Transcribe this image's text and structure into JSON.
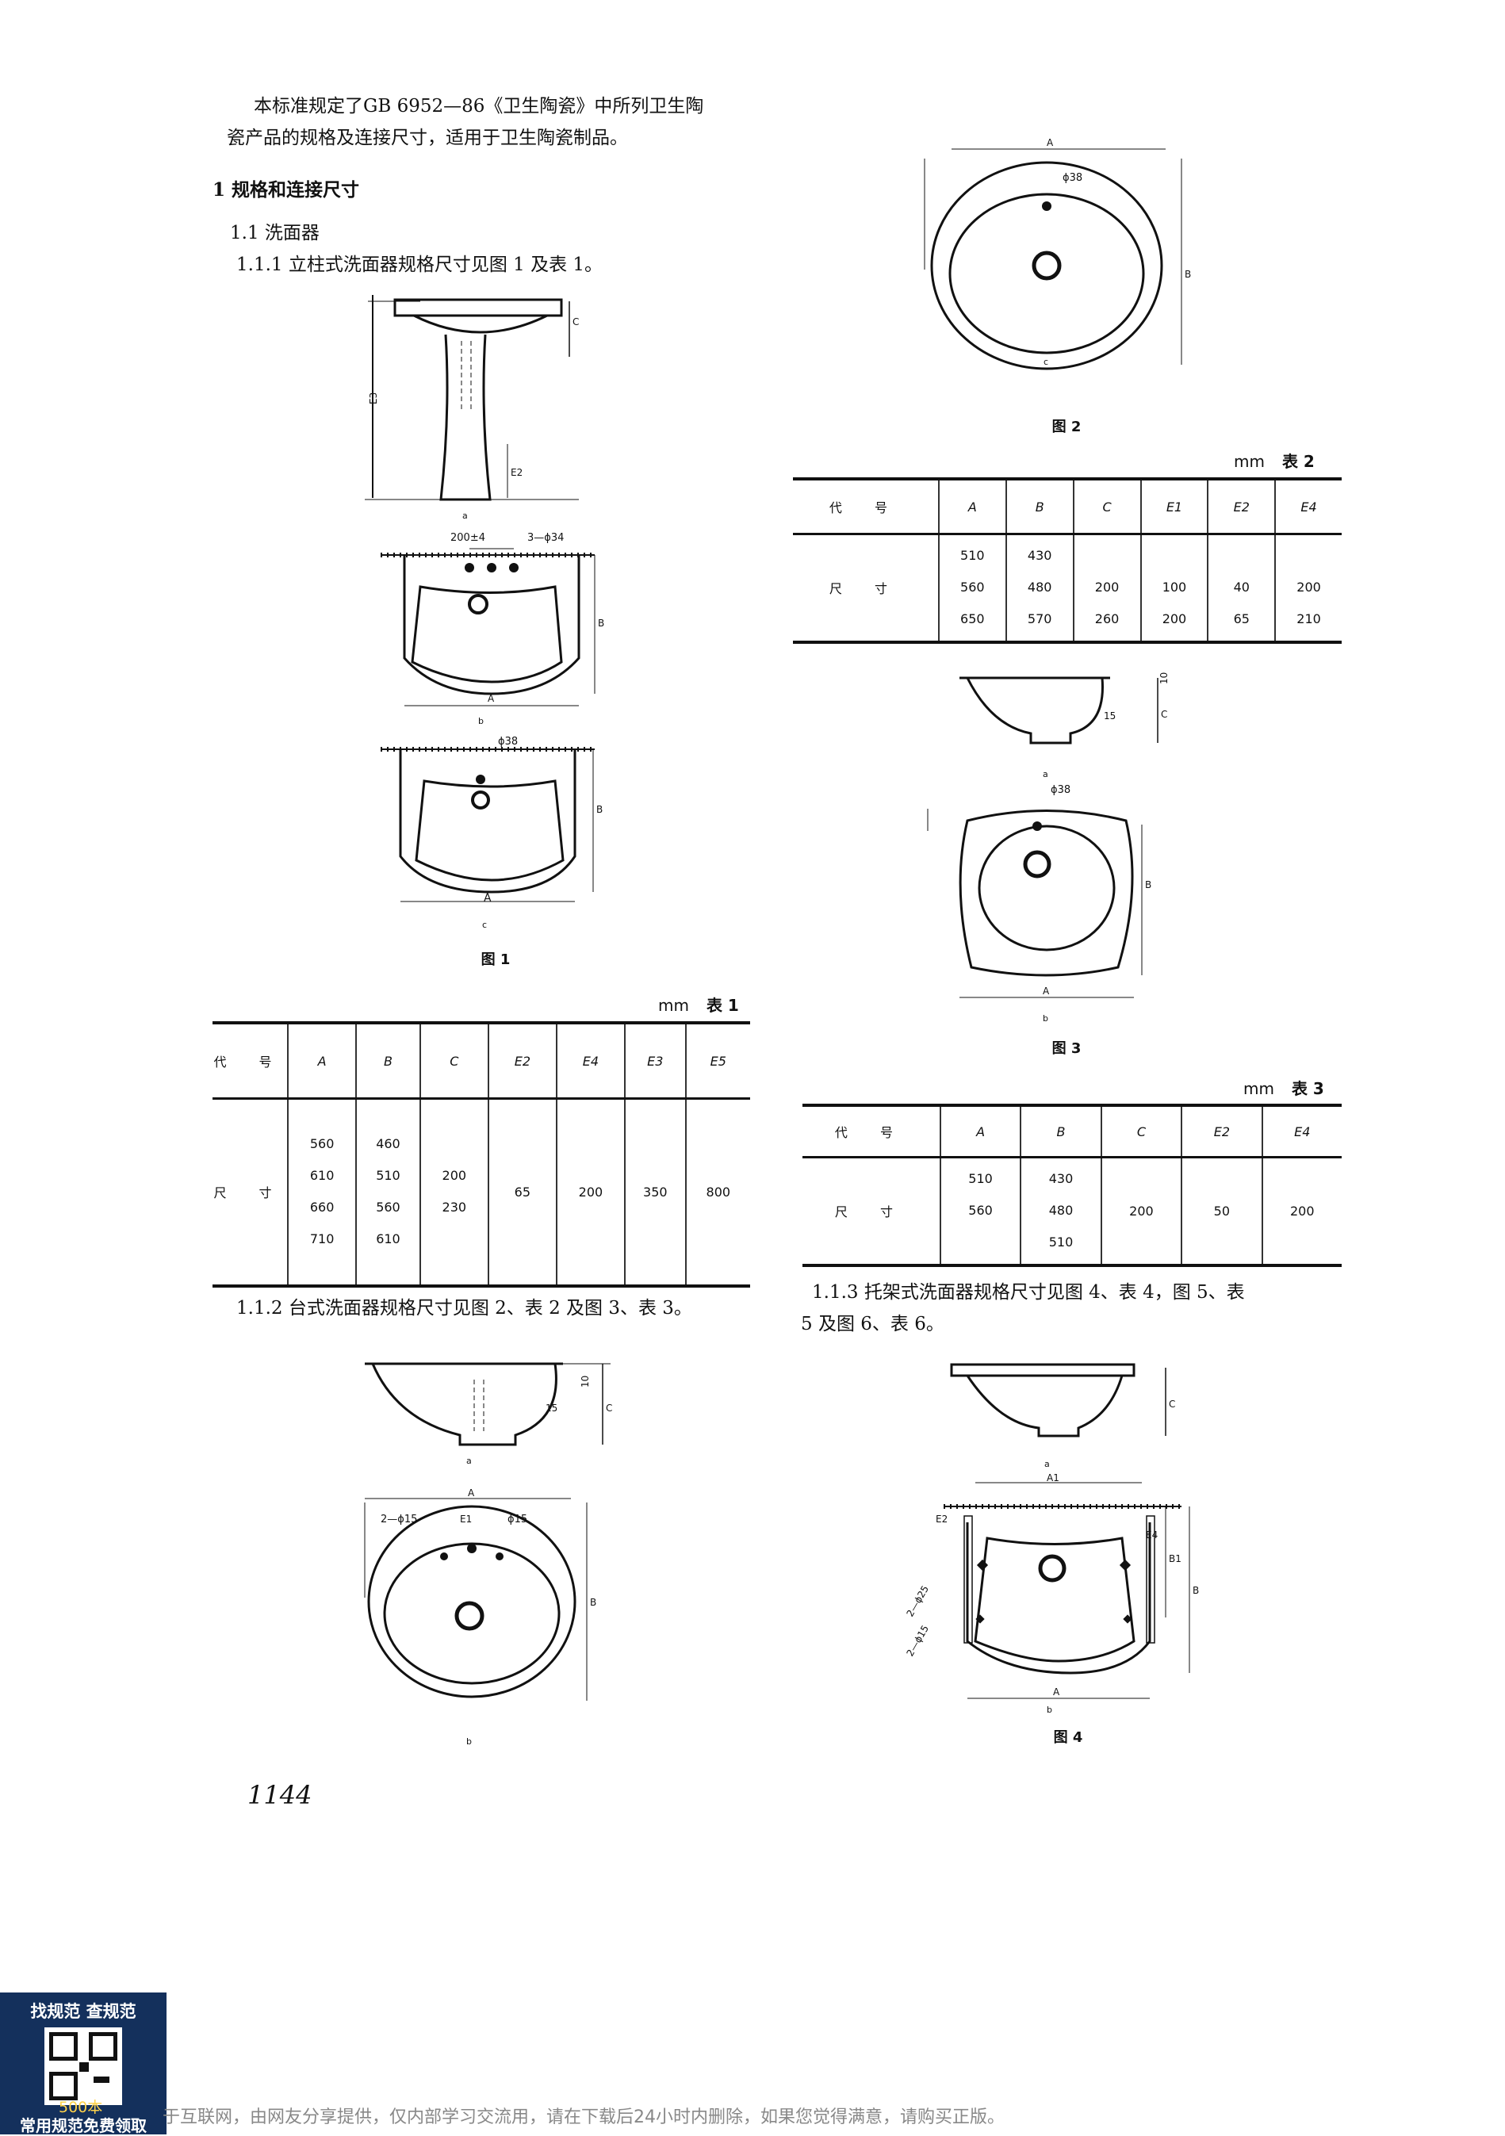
{
  "intro": {
    "line1": "本标准规定了GB 6952—86《卫生陶瓷》中所列卫生陶",
    "line2": "瓷产品的规格及连接尺寸，适用于卫生陶瓷制品。"
  },
  "section1": {
    "heading": "1  规格和连接尺寸",
    "sub11": "1.1  洗面器",
    "sub111": "1.1.1  立柱式洗面器规格尺寸见图 1 及表 1。",
    "sub112": "1.1.2  台式洗面器规格尺寸见图 2、表 2 及图 3、表 3。",
    "sub113_line1": "1.1.3  托架式洗面器规格尺寸见图 4、表 4，图 5、表",
    "sub113_line2": "5 及图 6、表 6。"
  },
  "figures": {
    "fig1": "图 1",
    "fig2": "图 2",
    "fig3": "图 3",
    "fig4": "图 4",
    "labels": {
      "a": "a",
      "b": "b",
      "c": "c"
    },
    "dims": {
      "A": "A",
      "B": "B",
      "C": "C",
      "E1": "E1",
      "E2": "E2",
      "E3": "E3",
      "E4": "E4",
      "B1": "B1",
      "A1": "A1",
      "d200": "200±4",
      "holes34": "3—ϕ34",
      "d38": "ϕ38",
      "holes15": "2—ϕ15",
      "d15": "ϕ15",
      "d10": "10",
      "d15b": "15",
      "holes25": "2—ϕ25"
    }
  },
  "table1": {
    "unit": "mm",
    "caption": "表 1",
    "headers": [
      "代 号",
      "A",
      "B",
      "C",
      "E2",
      "E4",
      "E3",
      "E5"
    ],
    "row_label": "尺 寸",
    "A": [
      "560",
      "610",
      "660",
      "710"
    ],
    "B": [
      "460",
      "510",
      "560",
      "610"
    ],
    "C": [
      "200",
      "230"
    ],
    "E2": [
      "65"
    ],
    "E4": [
      "200"
    ],
    "E3": [
      "350"
    ],
    "E5": [
      "800"
    ]
  },
  "table2": {
    "unit": "mm",
    "caption": "表 2",
    "headers": [
      "代 号",
      "A",
      "B",
      "C",
      "E1",
      "E2",
      "E4"
    ],
    "row_label": "尺 寸",
    "A": [
      "510",
      "560",
      "650"
    ],
    "B": [
      "430",
      "480",
      "570"
    ],
    "C": [
      "200",
      "260"
    ],
    "E1": [
      "100",
      "200"
    ],
    "E2": [
      "40",
      "65"
    ],
    "E4": [
      "200",
      "210"
    ]
  },
  "table3": {
    "unit": "mm",
    "caption": "表 3",
    "headers": [
      "代 号",
      "A",
      "B",
      "C",
      "E2",
      "E4"
    ],
    "row_label": "尺 寸",
    "A": [
      "510",
      "560"
    ],
    "B": [
      "430",
      "480",
      "510"
    ],
    "C": [
      "200"
    ],
    "E2": [
      "50"
    ],
    "E4": [
      "200"
    ]
  },
  "page_number": "1144",
  "qr_banner": {
    "top": "找规范  查规范",
    "count": "500本",
    "bottom": "常用规范免费领取"
  },
  "footer": "于互联网，由网友分享提供，仅内部学习交流用，请在下载后24小时内删除，如果您觉得满意，请购买正版。"
}
